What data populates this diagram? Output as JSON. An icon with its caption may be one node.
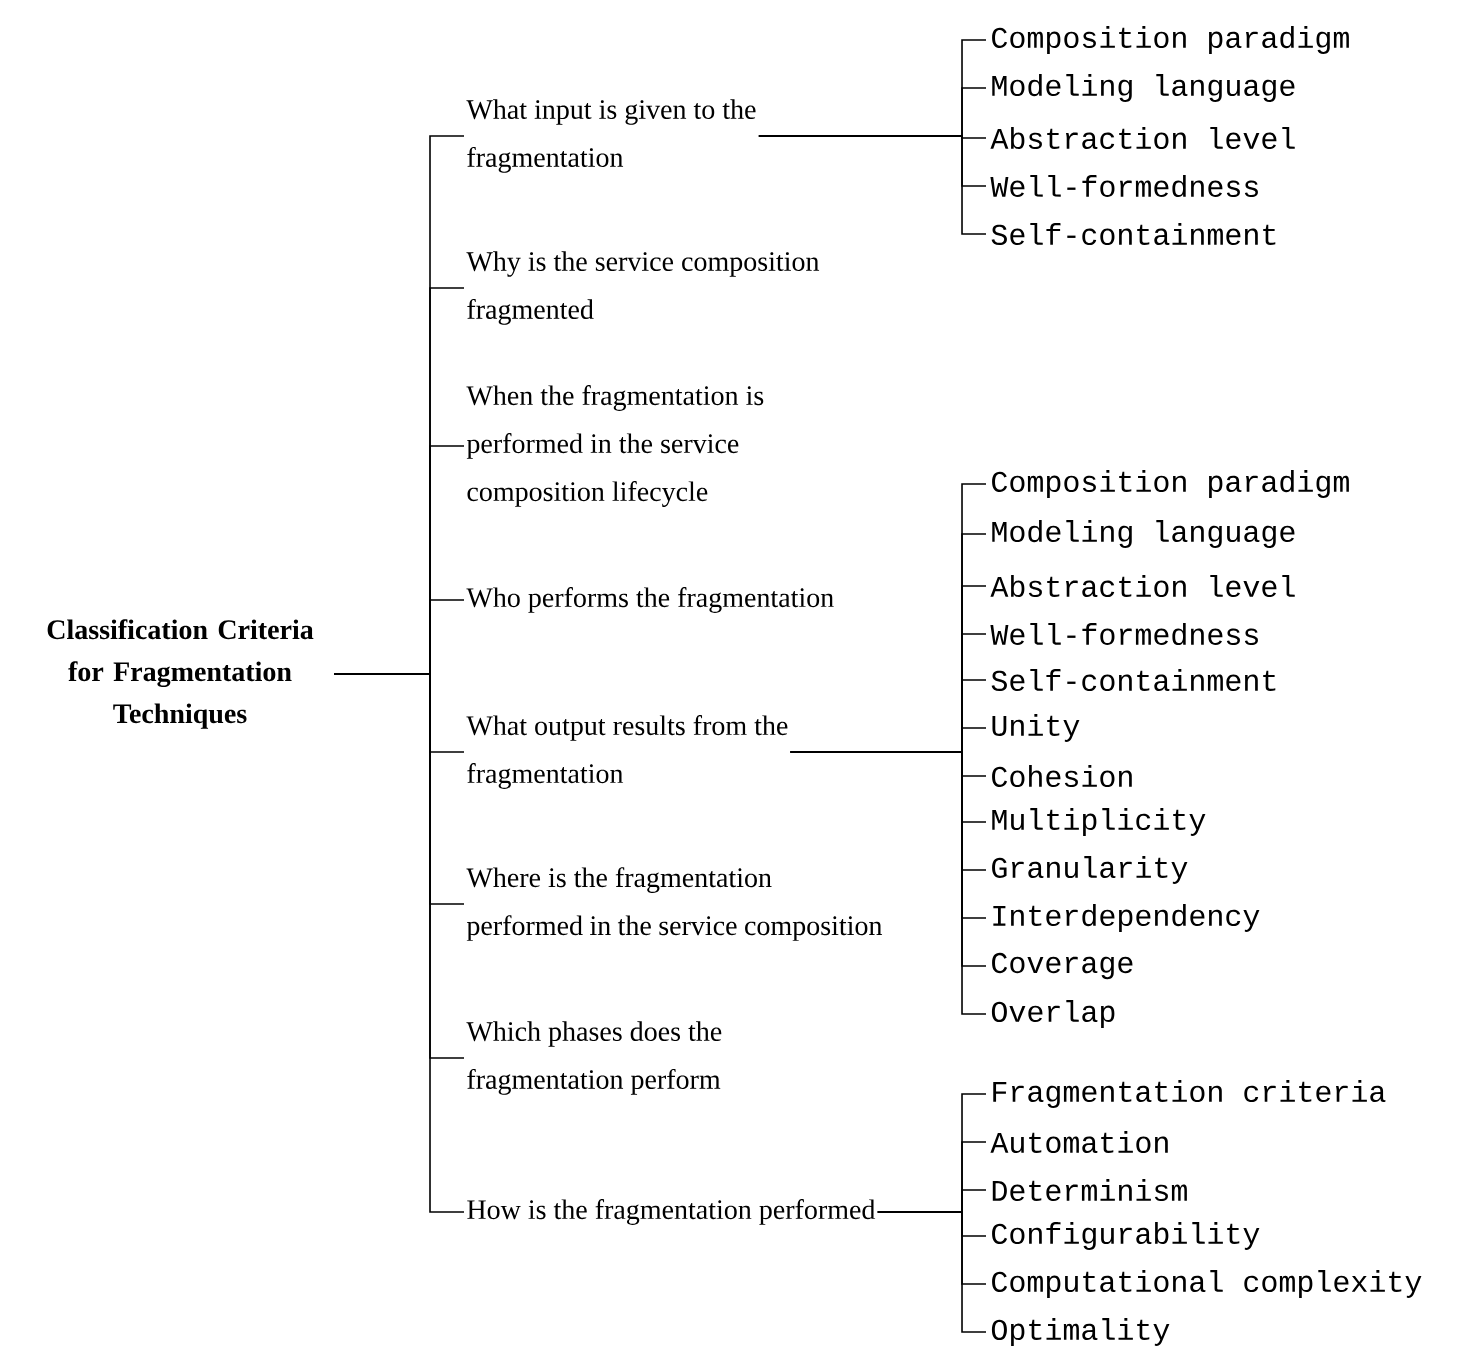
{
  "diagram": {
    "nodes": [
      {
        "text": [
          "Classification Criteria for Fragmentation Techniques"
        ]
      },
      {
        "text": [
          "What input is given to the fragmentation"
        ]
      },
      {
        "text": [
          "Composition paradigm"
        ]
      },
      {
        "text": [
          "Modeling language"
        ]
      },
      {
        "text": [
          "Abstraction level"
        ]
      },
      {
        "text": [
          "Well-formedness"
        ]
      },
      {
        "text": [
          "Self-containment"
        ]
      },
      {
        "text": [
          "Why is the service composition fragmented"
        ]
      },
      {
        "text": [
          "When the fragmentation is performed in the service composition lifecycle"
        ]
      },
      {
        "text": [
          "Who performs the fragmentation"
        ]
      },
      {
        "text": [
          "What output results from the fragmentation"
        ]
      },
      {
        "text": [
          "Composition paradigm"
        ]
      },
      {
        "text": [
          "Modeling language"
        ]
      },
      {
        "text": [
          "Abstraction level"
        ]
      },
      {
        "text": [
          "Well-formedness"
        ]
      },
      {
        "text": [
          "Self-containment"
        ]
      },
      {
        "text": [
          "Unity"
        ]
      },
      {
        "text": [
          "Cohesion"
        ]
      },
      {
        "text": [
          "Multiplicity"
        ]
      },
      {
        "text": [
          "Granularity"
        ]
      },
      {
        "text": [
          "Interdependency"
        ]
      },
      {
        "text": [
          "Coverage"
        ]
      },
      {
        "text": [
          "Overlap"
        ]
      },
      {
        "text": [
          "Where is the fragmentation performed in the service composition"
        ]
      },
      {
        "text": [
          "Which phases does the fragmentation perform"
        ]
      },
      {
        "text": [
          "How is the fragmentation performed"
        ]
      },
      {
        "text": [
          "Fragmentation criteria"
        ]
      },
      {
        "text": [
          "Automation"
        ]
      },
      {
        "text": [
          "Determinism"
        ]
      },
      {
        "text": [
          "Configurability"
        ]
      },
      {
        "text": [
          "Computational complexity"
        ]
      },
      {
        "text": [
          "Optimality"
        ]
      }
    ],
    "edges": [
      {
        "from": 0,
        "to": 1,
        "arrow": "none"
      },
      {
        "from": 1,
        "to": 2,
        "arrow": "none"
      },
      {
        "from": 1,
        "to": 3,
        "arrow": "none"
      },
      {
        "from": 1,
        "to": 4,
        "arrow": "none"
      },
      {
        "from": 1,
        "to": 5,
        "arrow": "none"
      },
      {
        "from": 1,
        "to": 6,
        "arrow": "none"
      },
      {
        "from": 0,
        "to": 7,
        "arrow": "none"
      },
      {
        "from": 0,
        "to": 8,
        "arrow": "none"
      },
      {
        "from": 0,
        "to": 9,
        "arrow": "none"
      },
      {
        "from": 0,
        "to": 10,
        "arrow": "none"
      },
      {
        "from": 10,
        "to": 11,
        "arrow": "none"
      },
      {
        "from": 10,
        "to": 12,
        "arrow": "none"
      },
      {
        "from": 10,
        "to": 13,
        "arrow": "none"
      },
      {
        "from": 10,
        "to": 14,
        "arrow": "none"
      },
      {
        "from": 10,
        "to": 15,
        "arrow": "none"
      },
      {
        "from": 10,
        "to": 16,
        "arrow": "none"
      },
      {
        "from": 10,
        "to": 17,
        "arrow": "none"
      },
      {
        "from": 10,
        "to": 18,
        "arrow": "none"
      },
      {
        "from": 10,
        "to": 19,
        "arrow": "none"
      },
      {
        "from": 10,
        "to": 20,
        "arrow": "none"
      },
      {
        "from": 10,
        "to": 21,
        "arrow": "none"
      },
      {
        "from": 10,
        "to": 22,
        "arrow": "none"
      },
      {
        "from": 0,
        "to": 23,
        "arrow": "none"
      },
      {
        "from": 0,
        "to": 24,
        "arrow": "none"
      },
      {
        "from": 0,
        "to": 25,
        "arrow": "none"
      },
      {
        "from": 25,
        "to": 26,
        "arrow": "none"
      },
      {
        "from": 25,
        "to": 27,
        "arrow": "none"
      },
      {
        "from": 25,
        "to": 28,
        "arrow": "none"
      },
      {
        "from": 25,
        "to": 29,
        "arrow": "none"
      },
      {
        "from": 25,
        "to": 30,
        "arrow": "none"
      },
      {
        "from": 25,
        "to": 31,
        "arrow": "none"
      }
    ]
  }
}
